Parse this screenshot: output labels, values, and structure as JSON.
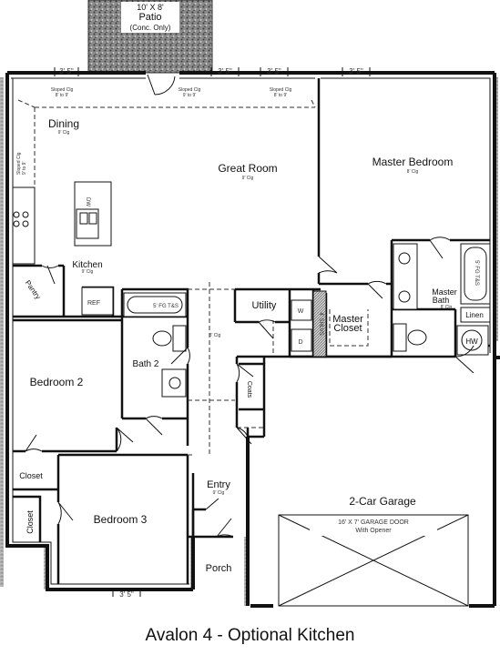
{
  "title": "Avalon 4 - Optional Kitchen",
  "patio": {
    "dims": "10' X 8'",
    "name": "Patio",
    "note": "(Conc. Only)"
  },
  "rooms": {
    "dining": {
      "name": "Dining",
      "ceiling": "9' Clg"
    },
    "great": {
      "name": "Great Room",
      "ceiling": "9' Clg"
    },
    "master": {
      "name": "Master Bedroom",
      "ceiling": "8' Clg"
    },
    "kitchen": {
      "name": "Kitchen",
      "ceiling": "9' Clg"
    },
    "pantry": {
      "name": "Pantry"
    },
    "utility": {
      "name": "Utility"
    },
    "master_closet": {
      "line1": "Master",
      "line2": "Closet"
    },
    "master_bath": {
      "line1": "Master",
      "line2": "Bath",
      "ceiling": "8' Clg"
    },
    "linen": {
      "name": "Linen"
    },
    "bed2": {
      "name": "Bedroom 2"
    },
    "bath2": {
      "name": "Bath 2"
    },
    "hall": {
      "ceiling": "8' Clg"
    },
    "coats": {
      "name": "Coats"
    },
    "closet1": {
      "name": "Closet"
    },
    "closet2": {
      "name": "Closet"
    },
    "bed3": {
      "name": "Bedroom 3"
    },
    "entry": {
      "name": "Entry",
      "ceiling": "9' Clg"
    },
    "porch": {
      "name": "Porch"
    },
    "garage": {
      "name": "2-Car Garage"
    }
  },
  "garage_door": {
    "line1": "16' X 7' GARAGE DOOR",
    "line2": "With Opener"
  },
  "fixtures": {
    "ref": "REF",
    "dw": "DW",
    "hw": "HW",
    "washer": "W",
    "dryer": "D",
    "shelves": "4' SHLVS",
    "tub2": "5' FG T&S",
    "tub_master": "5' FG T&S"
  },
  "dims": {
    "top1": "3' 5\"",
    "top2": "3' 5\"",
    "top3": "3' 5\"",
    "top4": "3' 5\"",
    "bottom": "3' 5\""
  },
  "ceilings": {
    "sloped1_a": "Sloped Clg",
    "sloped1_b": "8' to 9'",
    "sloped2_a": "Sloped Clg",
    "sloped2_b": "9' to 9'",
    "sloped3_a": "Sloped Clg",
    "sloped3_b": "8' to 9'",
    "sloped4_a": "Sloped Clg",
    "sloped4_b": "9' to 9'"
  }
}
